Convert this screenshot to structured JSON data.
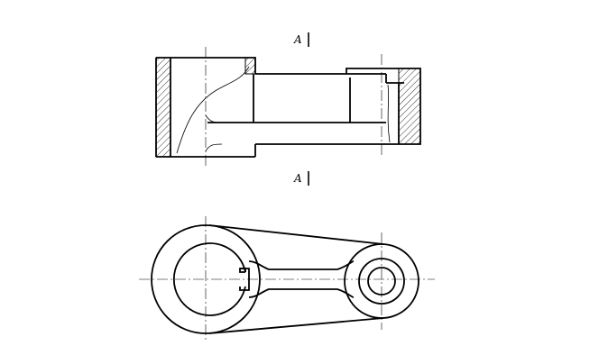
{
  "section_labels": {
    "top": "A",
    "bottom": "A"
  },
  "colors": {
    "line": "#000000",
    "background": "#ffffff"
  },
  "hatch_style": "diagonal-45"
}
